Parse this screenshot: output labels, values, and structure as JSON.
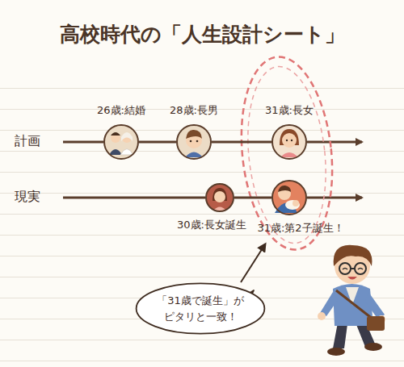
{
  "diagram": {
    "title": "高校時代の「人生設計シート」",
    "nodes": [
      {
        "text": [
          "26歳:結婚"
        ]
      },
      {
        "text": [
          "28歳:長男"
        ]
      },
      {
        "text": [
          "31歳:長女"
        ]
      },
      {
        "text": [
          "30歳:長女誕生"
        ]
      },
      {
        "text": [
          "31歳:第2子誕生！"
        ]
      },
      {
        "text": [
          "「31歳で誕生」が ピタリと一致！"
        ]
      }
    ],
    "edges": [
      {
        "from": 0,
        "to": 1,
        "arrow": "none"
      },
      {
        "from": 1,
        "to": 2,
        "arrow": "none"
      },
      {
        "from": 3,
        "to": 4,
        "arrow": "none"
      }
    ],
    "labels": [
      "計画",
      "現実"
    ]
  }
}
